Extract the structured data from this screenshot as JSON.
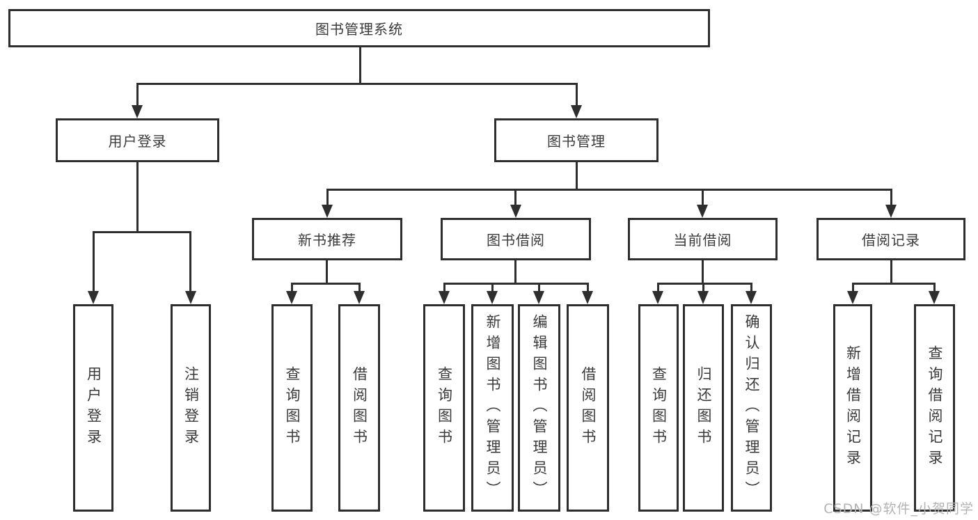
{
  "diagram": {
    "root": "图书管理系统",
    "level2": [
      "用户登录",
      "图书管理"
    ],
    "level3": [
      "新书推荐",
      "图书借阅",
      "当前借阅",
      "借阅记录"
    ],
    "leaves": {
      "user_login": [
        "用户登录",
        "注销登录"
      ],
      "new_book_recommend": [
        "查询图书",
        "借阅图书"
      ],
      "book_borrow": [
        "查询图书",
        "新增图书（管理员）",
        "编辑图书（管理员）",
        "借阅图书"
      ],
      "current_borrow": [
        "查询图书",
        "归还图书",
        "确认归还（管理员）"
      ],
      "borrow_records": [
        "新增借阅记录",
        "查询借阅记录"
      ]
    }
  },
  "watermark": "CSDN @软件_小贺同学",
  "colors": {
    "line": "#2e2e2e",
    "box_border": "#2e2e2e",
    "text": "#3a3a3a",
    "watermark": "#b3b3b3",
    "background": "#ffffff"
  }
}
